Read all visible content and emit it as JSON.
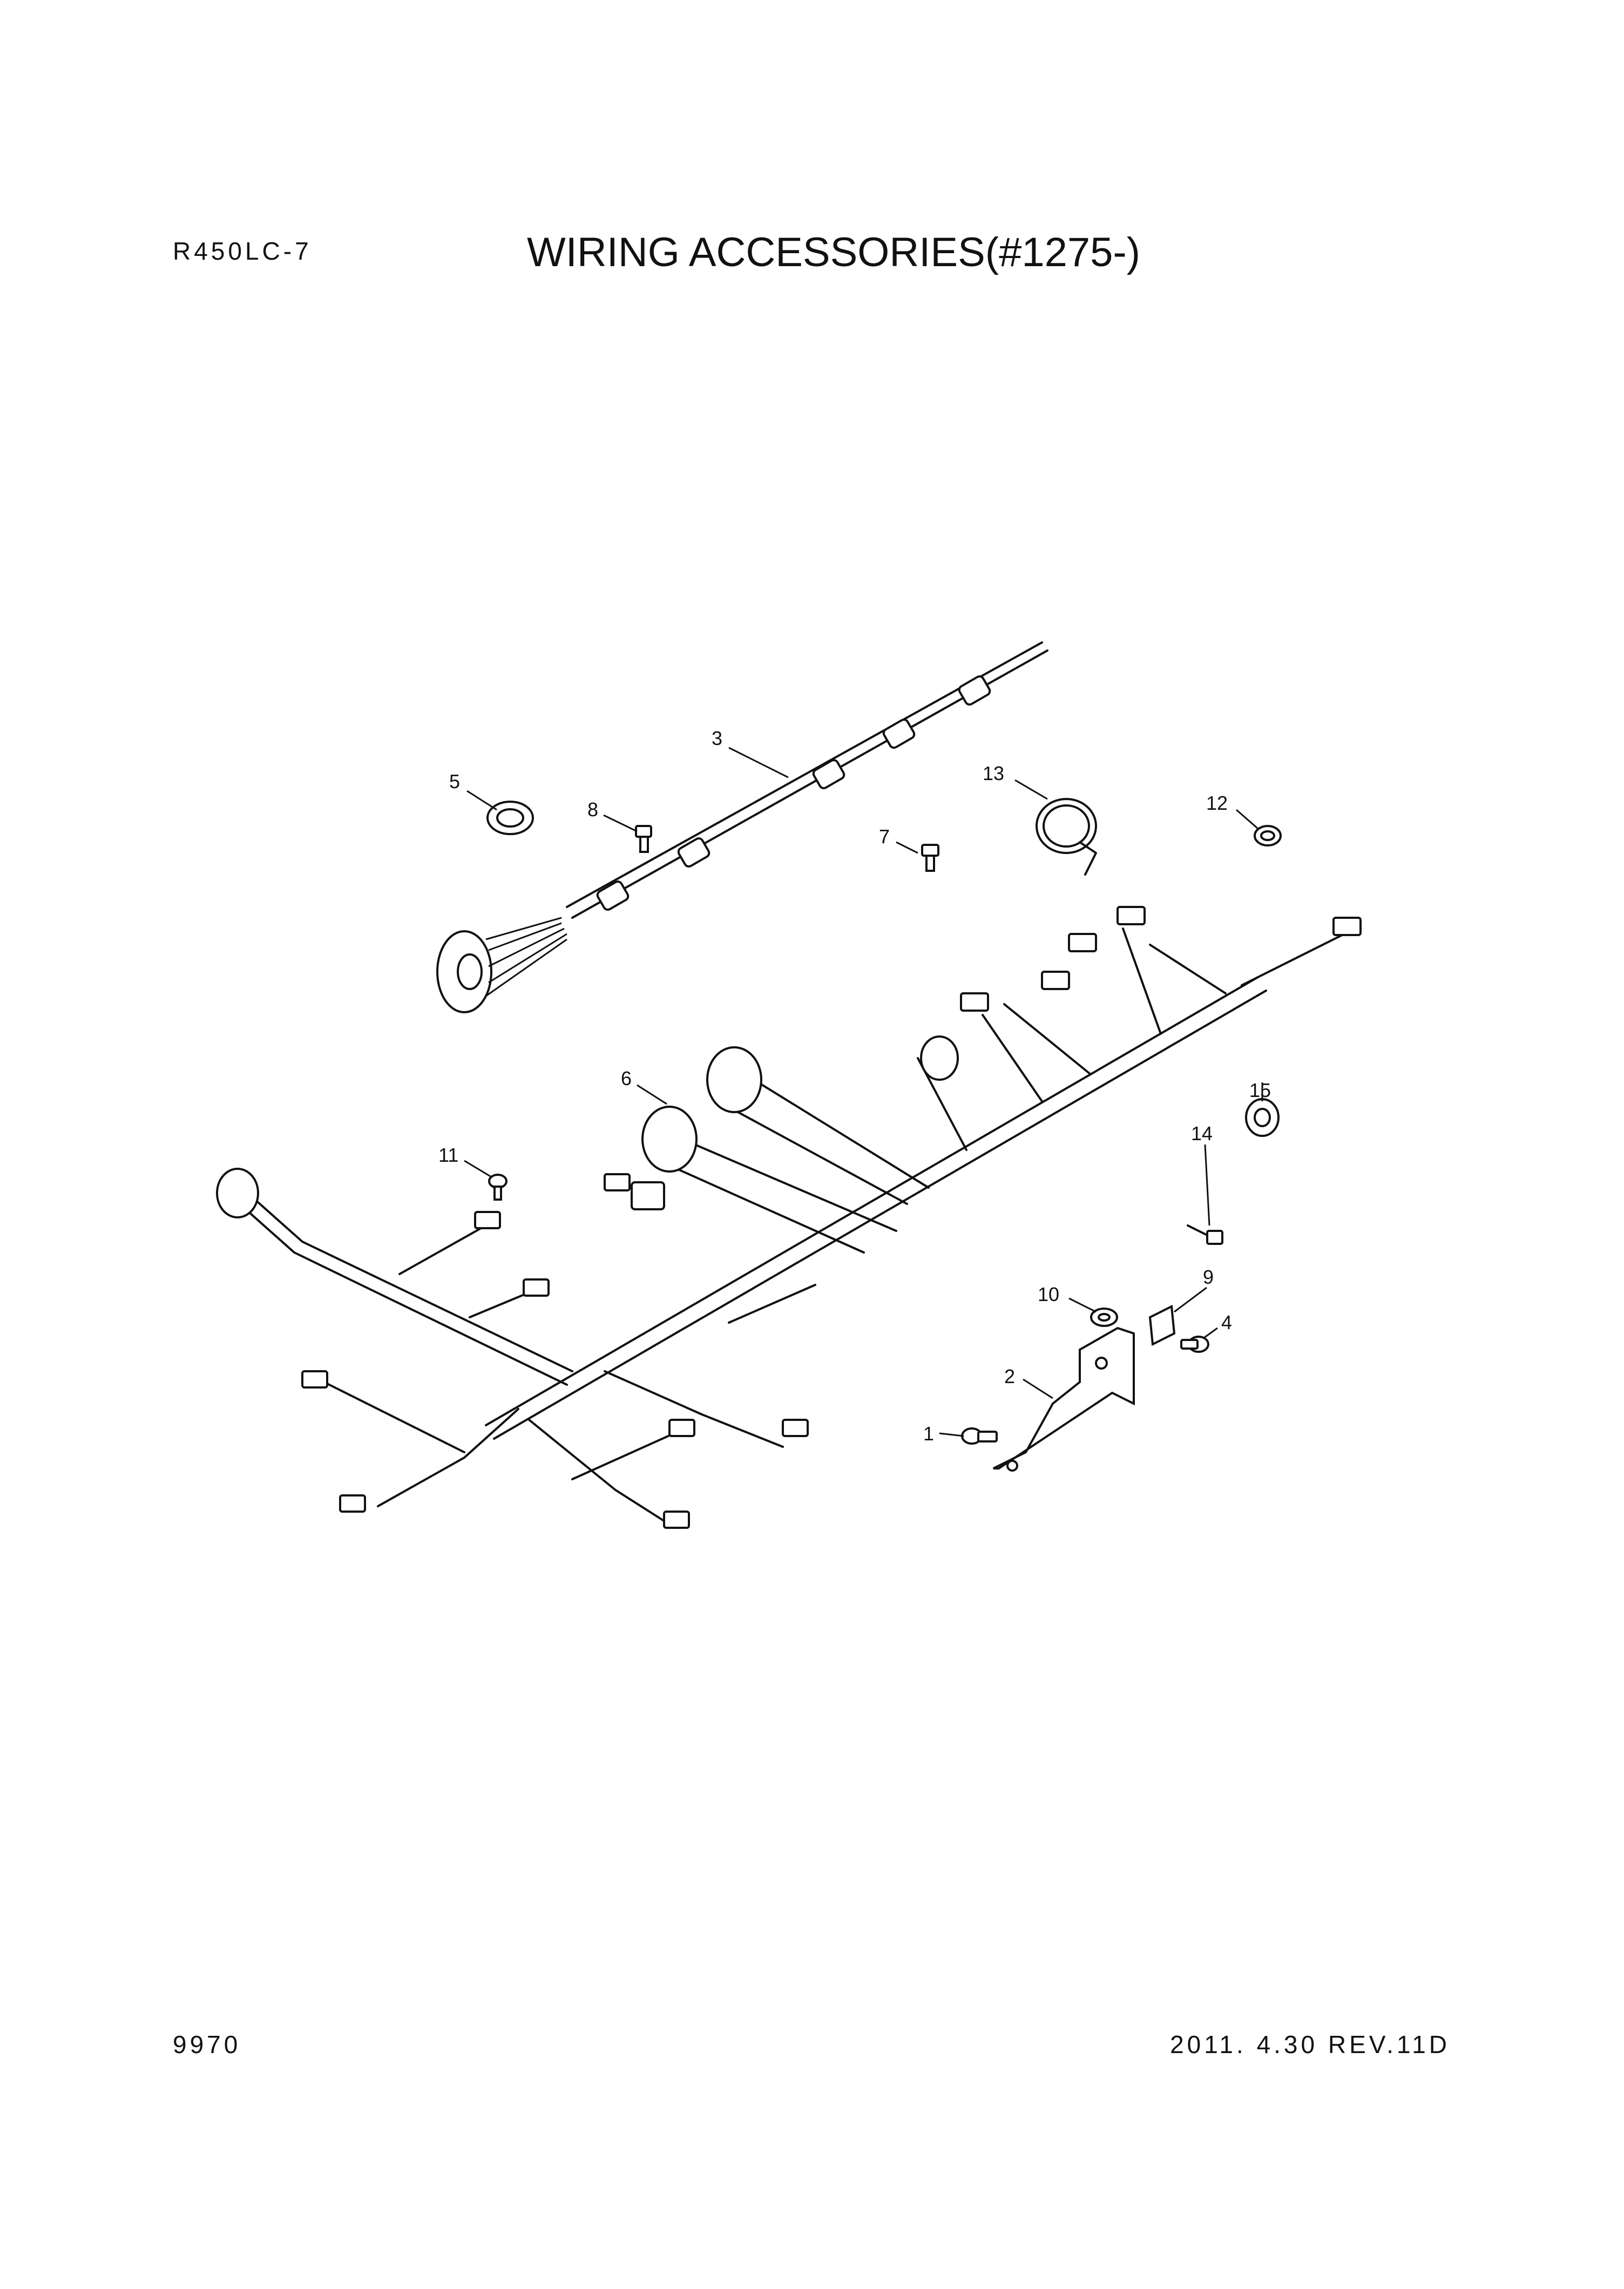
{
  "header": {
    "model": "R450LC-7",
    "title": "WIRING ACCESSORIES(#1275-)"
  },
  "footer": {
    "page_number": "9970",
    "date_revision": "2011. 4.30  REV.11D"
  },
  "callouts": [
    "1",
    "2",
    "3",
    "4",
    "5",
    "6",
    "7",
    "8",
    "9",
    "10",
    "11",
    "12",
    "13",
    "14",
    "15"
  ]
}
